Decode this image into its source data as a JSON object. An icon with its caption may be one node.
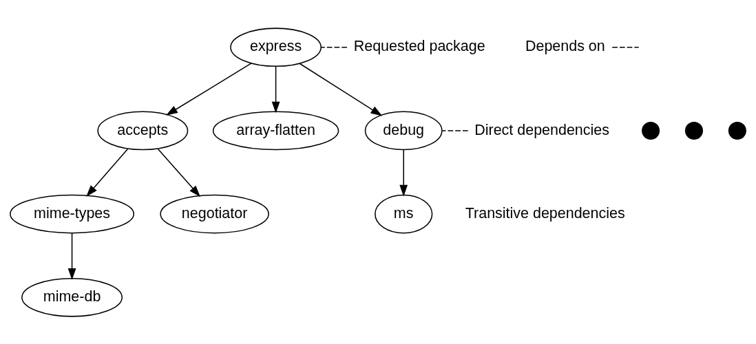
{
  "diagram": {
    "nodes": [
      {
        "text": [
          "express"
        ]
      },
      {
        "text": [
          "Requested package"
        ]
      },
      {
        "text": [
          "Depends on"
        ]
      },
      {
        "text": [
          "accepts"
        ]
      },
      {
        "text": [
          "array-flatten"
        ]
      },
      {
        "text": [],
        "shape": "circle"
      },
      {
        "text": [],
        "shape": "circle"
      },
      {
        "text": [],
        "shape": "circle"
      },
      {
        "text": [
          "debug"
        ]
      },
      {
        "text": [
          "Direct dependencies"
        ]
      },
      {
        "text": [
          "mime-types"
        ]
      },
      {
        "text": [
          "negotiator"
        ]
      },
      {
        "text": [
          "ms"
        ]
      },
      {
        "text": [
          "Transitive dependencies"
        ]
      },
      {
        "text": [
          "mime-db"
        ]
      }
    ],
    "edges": [
      {
        "from": 1,
        "to": 0,
        "arrow": "none",
        "style": "dashed"
      },
      {
        "from": 2,
        "to": null,
        "arrow": "none",
        "style": "dashed"
      },
      {
        "from": 0,
        "to": 3,
        "arrow": "to"
      },
      {
        "from": 0,
        "to": 4,
        "arrow": "to"
      },
      {
        "from": 0,
        "to": 8,
        "arrow": "to"
      },
      {
        "from": 9,
        "to": 8,
        "arrow": "none",
        "style": "dashed"
      },
      {
        "from": 3,
        "to": 10,
        "arrow": "to"
      },
      {
        "from": 3,
        "to": 11,
        "arrow": "to"
      },
      {
        "from": 8,
        "to": 12,
        "arrow": "to"
      },
      {
        "from": 10,
        "to": 14,
        "arrow": "to"
      }
    ]
  }
}
